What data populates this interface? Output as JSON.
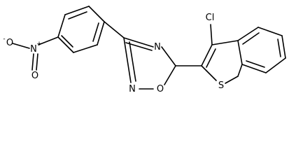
{
  "molecule": {
    "atoms": {
      "nitro_n": "N",
      "nitro_n_charge": "+",
      "nitro_o_single": "O",
      "nitro_o_single_charge": "-",
      "nitro_o_double": "O",
      "oxadiazole_n4": "N",
      "oxadiazole_n2": "N",
      "oxadiazole_o1": "O",
      "chlorine": "Cl",
      "sulfur": "S"
    }
  }
}
